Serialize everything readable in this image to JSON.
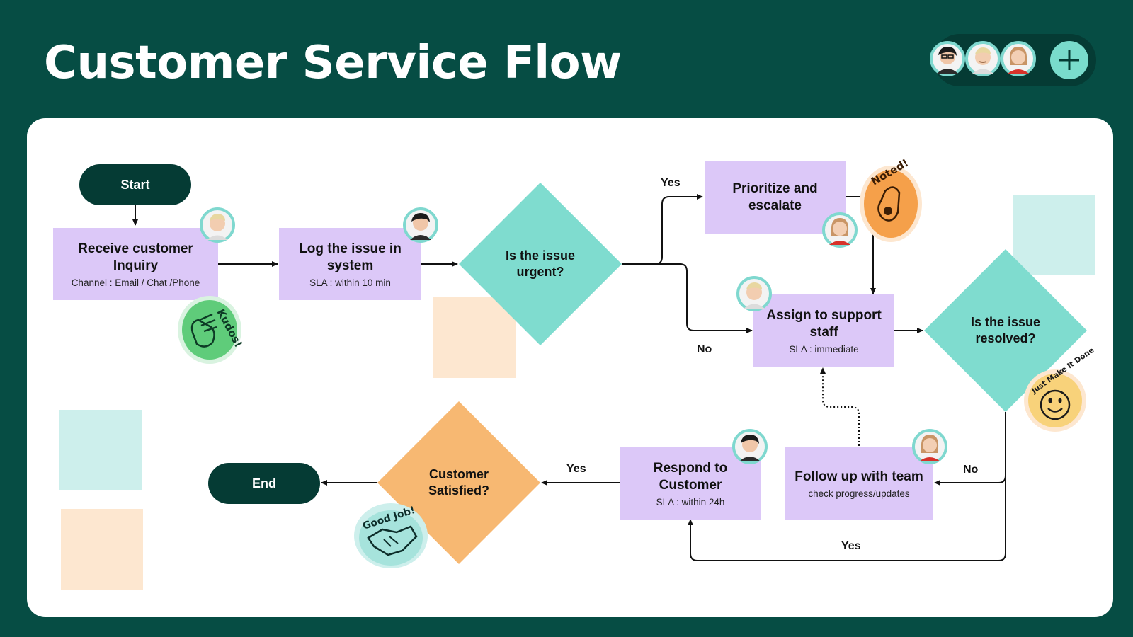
{
  "title": "Customer Service Flow",
  "collaborators": {
    "avatars": [
      "avatar-woman-glasses",
      "avatar-man-blond",
      "avatar-woman-red"
    ],
    "add_icon": "plus-icon"
  },
  "flow": {
    "start": "Start",
    "end": "End",
    "receive": {
      "title": "Receive customer Inquiry",
      "sub": "Channel : Email / Chat /Phone"
    },
    "log": {
      "title": "Log the issue in system",
      "sub": "SLA : within 10 min"
    },
    "urgent": "Is the issue urgent?",
    "prioritize": {
      "title": "Prioritize and escalate"
    },
    "assign": {
      "title": "Assign to support staff",
      "sub": "SLA : immediate"
    },
    "resolved": "Is the issue resolved?",
    "followup": {
      "title": "Follow up with team",
      "sub": "check progress/updates"
    },
    "respond": {
      "title": "Respond to Customer",
      "sub": "SLA : within 24h"
    },
    "satisfied": "Customer Satisfied?",
    "labels": {
      "urgent_yes": "Yes",
      "urgent_no": "No",
      "resolved_no": "No",
      "resolved_yes": "Yes",
      "satisfied_yes": "Yes"
    }
  },
  "stickers": {
    "kudos": "Kudos!",
    "noted": "Noted!",
    "just_make_it_done": "Just Make It Done",
    "good_job": "Good Job!"
  },
  "colors": {
    "background": "#064d44",
    "process": "#dcc8f8",
    "decision_teal": "#7fdccf",
    "decision_orange": "#f7b872",
    "terminal": "#053b34",
    "note_teal": "#cdefec",
    "note_peach": "#fde7d0"
  }
}
